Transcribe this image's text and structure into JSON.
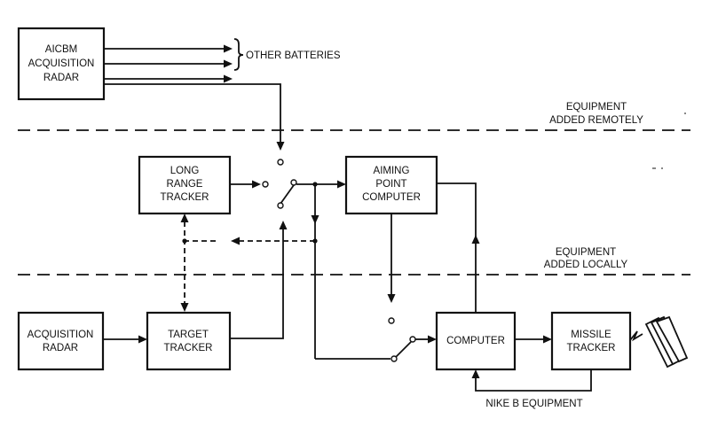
{
  "blocks": {
    "aicbm_radar": [
      "AICBM",
      "ACQUISITION",
      "RADAR"
    ],
    "long_range_tracker": [
      "LONG",
      "RANGE",
      "TRACKER"
    ],
    "aiming_point_computer": [
      "AIMING",
      "POINT",
      "COMPUTER"
    ],
    "acquisition_radar": [
      "ACQUISITION",
      "RADAR"
    ],
    "target_tracker": [
      "TARGET",
      "TRACKER"
    ],
    "computer": [
      "COMPUTER"
    ],
    "missile_tracker": [
      "MISSILE",
      "TRACKER"
    ]
  },
  "labels": {
    "other_batteries": "OTHER BATTERIES",
    "remote_line_1": "EQUIPMENT",
    "remote_line_2": "ADDED REMOTELY",
    "local_line_1": "EQUIPMENT",
    "local_line_2": "ADDED LOCALLY",
    "nike_b": "NIKE B EQUIPMENT"
  }
}
